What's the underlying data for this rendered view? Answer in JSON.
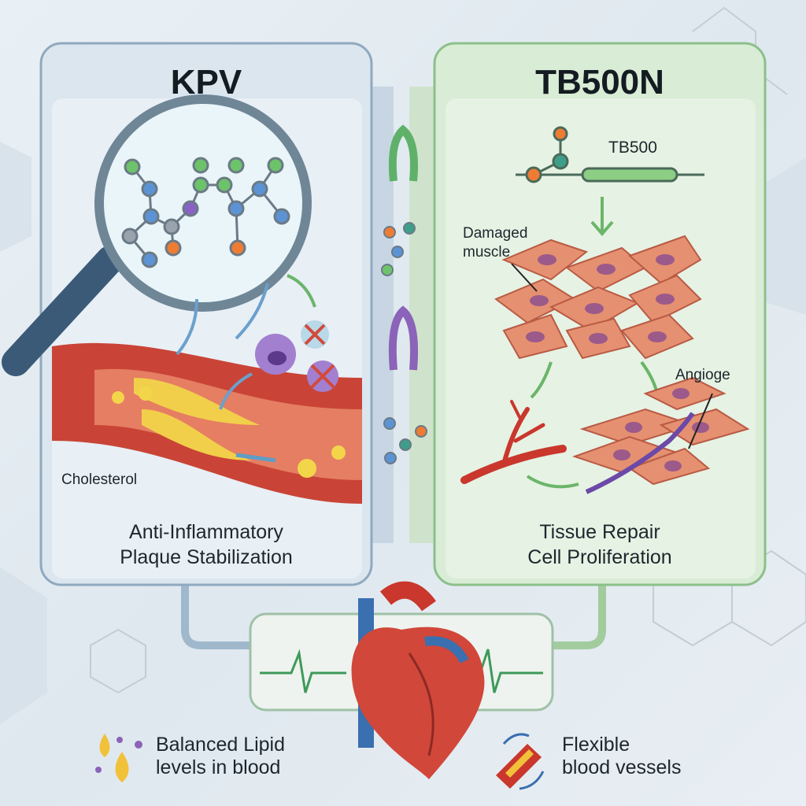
{
  "left_panel": {
    "title": "KPV",
    "cholesterol_label": "Cholesterol",
    "caption_line1": "Anti-Inflammatory",
    "caption_line2": "Plaque Stabilization",
    "color": "#8fa9bf"
  },
  "right_panel": {
    "title": "TB500N",
    "peptide_label": "TB500",
    "damaged_label_line1": "Damaged",
    "damaged_label_line2": "muscle",
    "angiogenesis_label": "Angioge",
    "caption_line1": "Tissue Repair",
    "caption_line2": "Cell Proliferation",
    "color": "#8cc08a"
  },
  "legend": {
    "lipid_line1": "Balanced Lipid",
    "lipid_line2": "levels in blood",
    "vessel_line1": "Flexible",
    "vessel_line2": "blood vessels"
  },
  "icons": [
    "magnifying-glass-icon",
    "molecule-icon",
    "awareness-ribbon-icon",
    "heart-icon",
    "ecg-line-icon",
    "lipid-droplet-icon",
    "blood-vessel-icon"
  ]
}
